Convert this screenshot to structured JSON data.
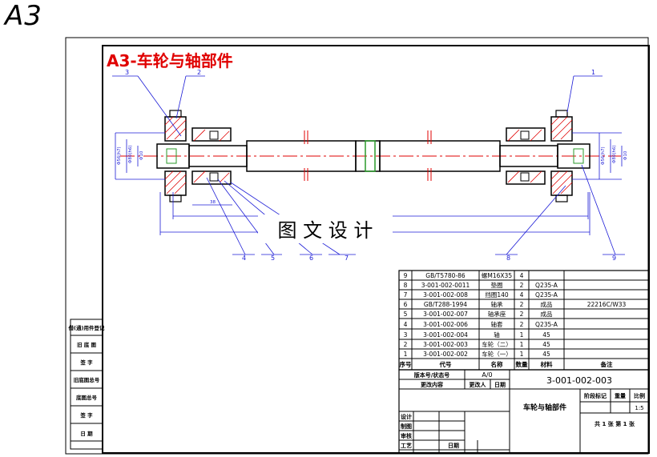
{
  "sheet_size": "A3",
  "title": "A3-车轮与轴部件",
  "watermark": "图 文 设 计",
  "balloons": [
    "1",
    "2",
    "3",
    "4",
    "5",
    "6",
    "7",
    "8",
    "9"
  ],
  "dimension_labels": {
    "left_outer": "Φ56(h7)",
    "left_mid": "Φ80(h6)",
    "left_inner": "Φ10",
    "right_outer": "Φ56(h7)",
    "right_mid": "Φ80(h6)",
    "right_inner": "Φ10",
    "small": "38"
  },
  "bom_rows": [
    {
      "no": "9",
      "code": "GB/T5780-86",
      "name": "螺M16X35",
      "qty": "4",
      "material": "",
      "note": ""
    },
    {
      "no": "8",
      "code": "3-001-002-0011",
      "name": "垫圈",
      "qty": "2",
      "material": "Q235-A",
      "note": ""
    },
    {
      "no": "7",
      "code": "3-001-002-008",
      "name": "挡圈140",
      "qty": "4",
      "material": "Q235-A",
      "note": ""
    },
    {
      "no": "6",
      "code": "GB/T288-1994",
      "name": "轴承",
      "qty": "2",
      "material": "成品",
      "note": "22216C/W33"
    },
    {
      "no": "5",
      "code": "3-001-002-007",
      "name": "轴承座",
      "qty": "2",
      "material": "成品",
      "note": ""
    },
    {
      "no": "4",
      "code": "3-001-002-006",
      "name": "轴套",
      "qty": "2",
      "material": "Q235-A",
      "note": ""
    },
    {
      "no": "3",
      "code": "3-001-002-004",
      "name": "轴",
      "qty": "1",
      "material": "45",
      "note": ""
    },
    {
      "no": "2",
      "code": "3-001-002-003",
      "name": "车轮（二）",
      "qty": "1",
      "material": "45",
      "note": ""
    },
    {
      "no": "1",
      "code": "3-001-002-002",
      "name": "车轮（一）",
      "qty": "1",
      "material": "45",
      "note": ""
    }
  ],
  "bom_header": {
    "no": "序号",
    "code": "代号",
    "name": "名称",
    "qty": "数量",
    "material": "材料",
    "note": "备注"
  },
  "title_block": {
    "ver_label": "版本号/状态号",
    "ver_value": "A/0",
    "change_label": "更改内容",
    "changer_label": "更改人",
    "date_label": "日期",
    "drawing_no": "3-001-002-003",
    "part_name": "车轮与轴部件",
    "stage_label": "阶段标记",
    "weight_label": "重量",
    "scale_label": "比例",
    "scale_value": "1:5",
    "sheets_text": "共 1 张   第 1 张",
    "design_label": "设计",
    "draw_label": "制图",
    "check_label": "审核",
    "process_label": "工艺",
    "date2_label": "日期"
  },
  "side_labels": [
    "借(通)用件登记",
    "旧 底 图",
    "签 字",
    "旧底图总号",
    "底图总号",
    "签 字",
    "日 期"
  ]
}
